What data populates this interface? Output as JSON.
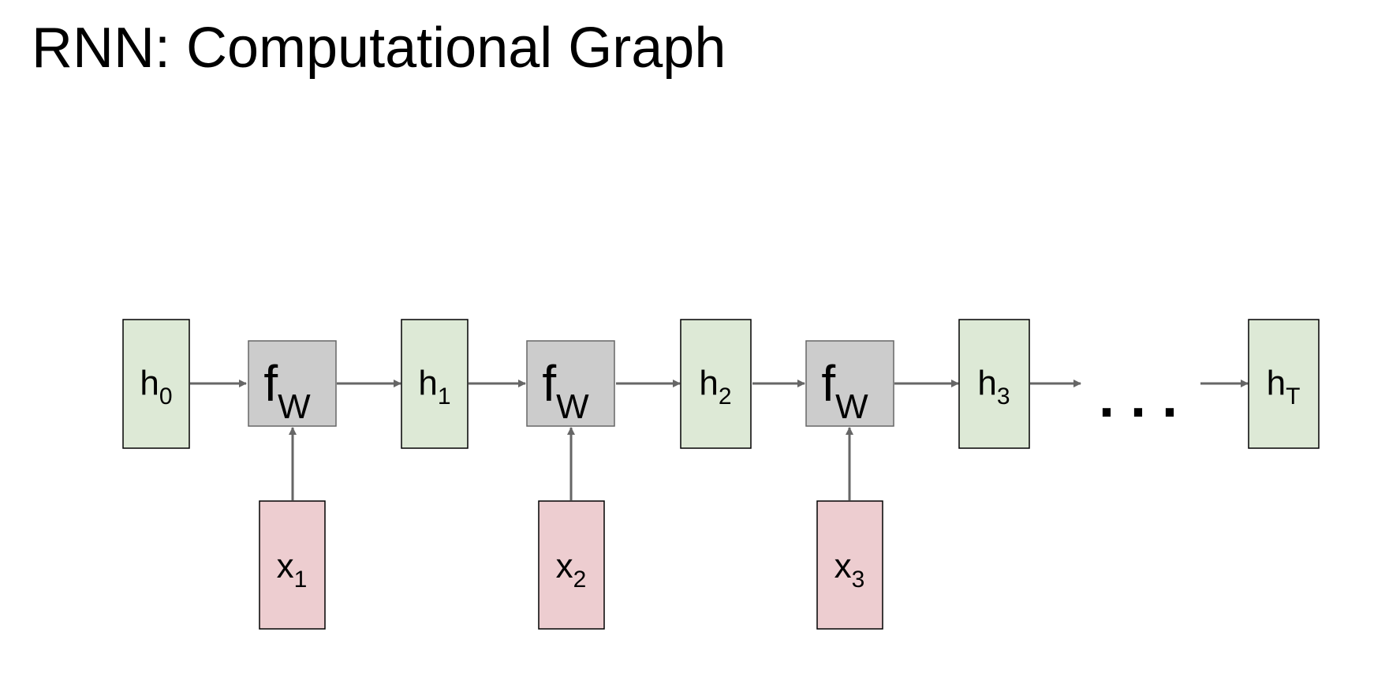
{
  "slide": {
    "title": "RNN: Computational Graph"
  },
  "colors": {
    "hidden_fill": "#dde9d6",
    "input_fill": "#edcdd0",
    "function_fill": "#cccccc",
    "function_stroke": "#666666",
    "arrow": "#666666",
    "box_stroke": "#000000"
  },
  "hidden_states": [
    {
      "main": "h",
      "sub": "0"
    },
    {
      "main": "h",
      "sub": "1"
    },
    {
      "main": "h",
      "sub": "2"
    },
    {
      "main": "h",
      "sub": "3"
    },
    {
      "main": "h",
      "sub": "T"
    }
  ],
  "functions": [
    {
      "main": "f",
      "sub": "W"
    },
    {
      "main": "f",
      "sub": "W"
    },
    {
      "main": "f",
      "sub": "W"
    }
  ],
  "inputs": [
    {
      "main": "x",
      "sub": "1"
    },
    {
      "main": "x",
      "sub": "2"
    },
    {
      "main": "x",
      "sub": "3"
    }
  ],
  "ellipsis": ". . ."
}
